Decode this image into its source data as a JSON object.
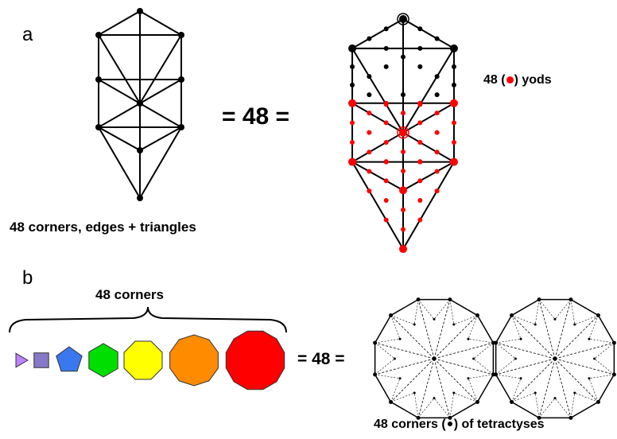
{
  "panel_a": {
    "label": "a",
    "caption": "48 corners, edges + triangles",
    "equals_text": "= 48 =",
    "yods_prefix": "48 (",
    "yods_suffix": ") yods"
  },
  "panel_b": {
    "label": "b",
    "brace_label": "48 corners",
    "equals_text": "= 48 =",
    "caption_prefix": "48 corners (",
    "caption_suffix": ") of tetractyses",
    "polygons": [
      {
        "name": "triangle",
        "sides": 3,
        "color": "#c080ff"
      },
      {
        "name": "square",
        "sides": 4,
        "color": "#8878c8"
      },
      {
        "name": "pentagon",
        "sides": 5,
        "color": "#3a78f0"
      },
      {
        "name": "hexagon",
        "sides": 6,
        "color": "#00dd00"
      },
      {
        "name": "octagon",
        "sides": 8,
        "color": "#ffff00"
      },
      {
        "name": "decagon",
        "sides": 10,
        "color": "#ff8c00"
      },
      {
        "name": "dodecagon",
        "sides": 12,
        "color": "#ff0000"
      }
    ]
  },
  "colors": {
    "yod_red": "#ff0000",
    "ink": "#000000"
  }
}
